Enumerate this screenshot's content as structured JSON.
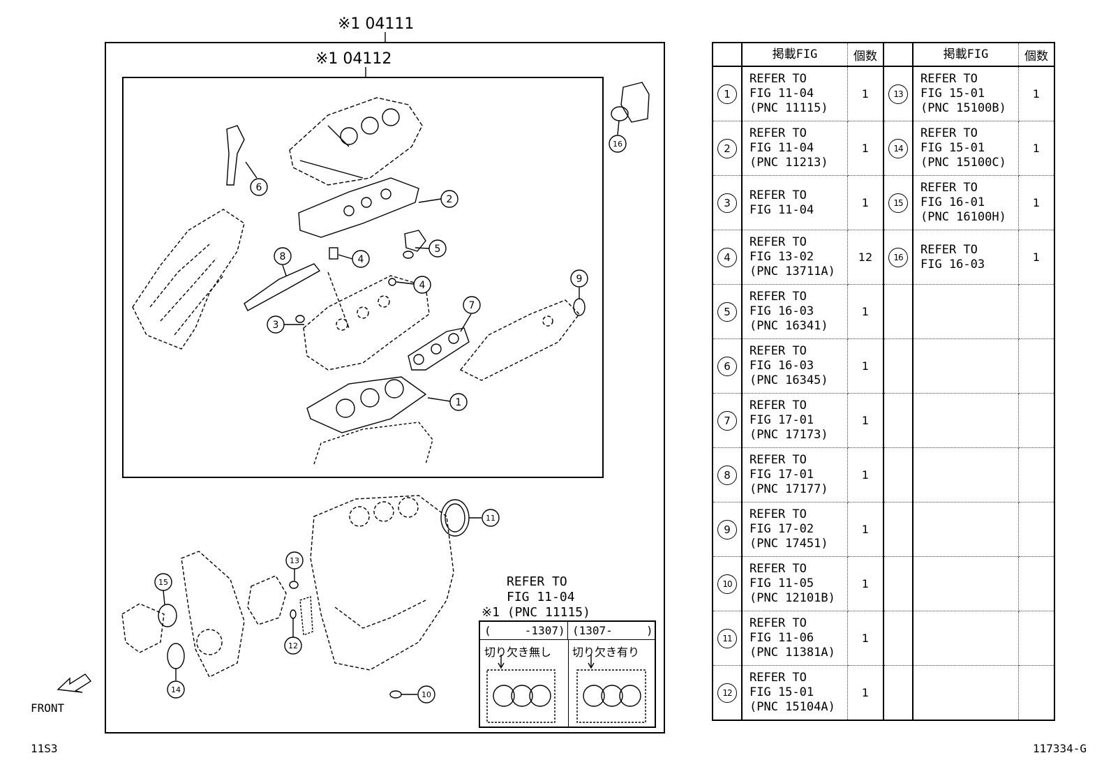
{
  "diagram": {
    "kit_outer_code": "※1 04111",
    "kit_inner_code": "※1 04112",
    "front_label": "FRONT",
    "page_code": "11S3",
    "illustration_id": "117334-G",
    "callouts": [
      "1",
      "2",
      "3",
      "4",
      "4",
      "5",
      "6",
      "7",
      "8",
      "9",
      "10",
      "11",
      "12",
      "13",
      "14",
      "15",
      "16"
    ],
    "inset": {
      "refer_line1": "REFER TO",
      "refer_line2": "FIG 11-04",
      "refer_line3": "※1 (PNC 11115)",
      "col1_header": "(     -1307)",
      "col2_header": "(1307-     )",
      "col1_label": "切り欠き無し",
      "col2_label": "切り欠き有り"
    }
  },
  "table": {
    "header_fig": "掲載FIG",
    "header_qty": "個数",
    "left_rows": [
      {
        "num": "1",
        "line1": "REFER TO",
        "line2": "FIG 11-04",
        "line3": "(PNC 11115)",
        "qty": "1"
      },
      {
        "num": "2",
        "line1": "REFER TO",
        "line2": "FIG 11-04",
        "line3": "(PNC 11213)",
        "qty": "1"
      },
      {
        "num": "3",
        "line1": "REFER TO",
        "line2": "FIG 11-04",
        "line3": "",
        "qty": "1"
      },
      {
        "num": "4",
        "line1": "REFER TO",
        "line2": "FIG 13-02",
        "line3": "(PNC 13711A)",
        "qty": "12"
      },
      {
        "num": "5",
        "line1": "REFER TO",
        "line2": "FIG 16-03",
        "line3": "(PNC 16341)",
        "qty": "1"
      },
      {
        "num": "6",
        "line1": "REFER TO",
        "line2": "FIG 16-03",
        "line3": "(PNC 16345)",
        "qty": "1"
      },
      {
        "num": "7",
        "line1": "REFER TO",
        "line2": "FIG 17-01",
        "line3": "(PNC 17173)",
        "qty": "1"
      },
      {
        "num": "8",
        "line1": "REFER TO",
        "line2": "FIG 17-01",
        "line3": "(PNC 17177)",
        "qty": "1"
      },
      {
        "num": "9",
        "line1": "REFER TO",
        "line2": "FIG 17-02",
        "line3": "(PNC 17451)",
        "qty": "1"
      },
      {
        "num": "10",
        "line1": "REFER TO",
        "line2": "FIG 11-05",
        "line3": "(PNC 12101B)",
        "qty": "1"
      },
      {
        "num": "11",
        "line1": "REFER TO",
        "line2": "FIG 11-06",
        "line3": "(PNC 11381A)",
        "qty": "1"
      },
      {
        "num": "12",
        "line1": "REFER TO",
        "line2": "FIG 15-01",
        "line3": "(PNC 15104A)",
        "qty": "1"
      }
    ],
    "right_rows": [
      {
        "num": "13",
        "line1": "REFER TO",
        "line2": "FIG 15-01",
        "line3": "(PNC 15100B)",
        "qty": "1"
      },
      {
        "num": "14",
        "line1": "REFER TO",
        "line2": "FIG 15-01",
        "line3": "(PNC 15100C)",
        "qty": "1"
      },
      {
        "num": "15",
        "line1": "REFER TO",
        "line2": "FIG 16-01",
        "line3": "(PNC 16100H)",
        "qty": "1"
      },
      {
        "num": "16",
        "line1": "REFER TO",
        "line2": "FIG 16-03",
        "line3": "",
        "qty": "1"
      }
    ]
  }
}
